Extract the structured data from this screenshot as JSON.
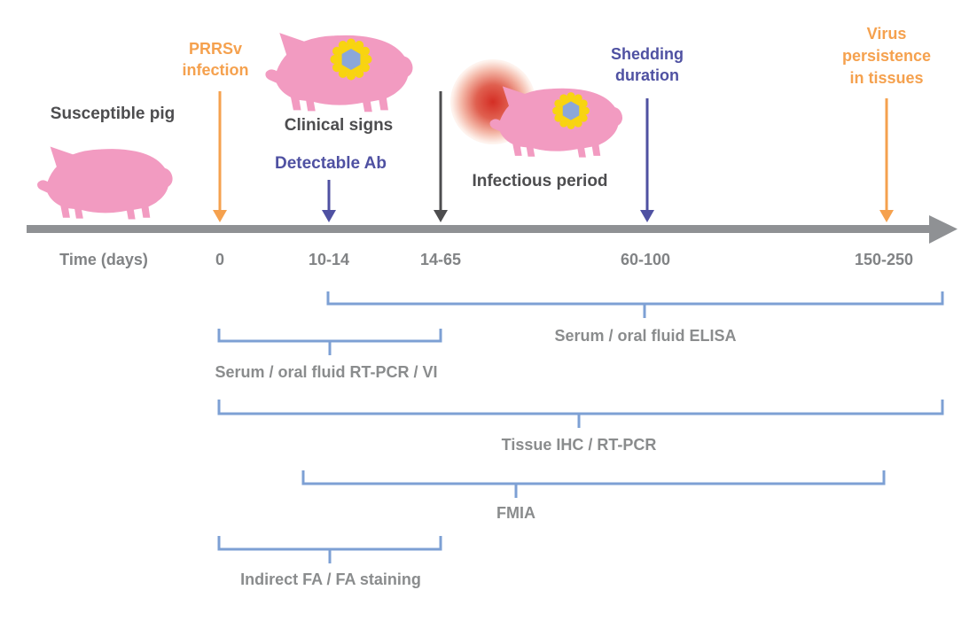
{
  "figure": {
    "axis": {
      "label": "Time (days)",
      "ticks": [
        "0",
        "10-14",
        "14-65",
        "60-100",
        "150-250"
      ]
    },
    "stages": [
      {
        "id": "susceptible-pig",
        "label": "Susceptible pig",
        "color": "#4D4D4F",
        "arrow": null
      },
      {
        "id": "prrsv-infection",
        "label": "PRRSv infection",
        "lines": [
          "PRRSv",
          "infection"
        ],
        "color": "#F5A14E",
        "arrow": "orange",
        "points_to_day": "0"
      },
      {
        "id": "clinical-signs",
        "label": "Clinical signs",
        "color": "#4D4D4F",
        "arrow": null
      },
      {
        "id": "detectable-ab",
        "label": "Detectable Ab",
        "color": "#4F51A2",
        "arrow": "purple",
        "points_to_day": "10-14"
      },
      {
        "id": "infectious-period",
        "label": "Infectious period",
        "color": "#4D4D4F",
        "arrow": "dark",
        "points_to_day": "14-65"
      },
      {
        "id": "shedding-duration",
        "label": "Shedding duration",
        "lines": [
          "Shedding",
          "duration"
        ],
        "color": "#4F51A2",
        "arrow": "purple",
        "points_to_day": "60-100"
      },
      {
        "id": "virus-persistence",
        "label": "Virus persistence in tissues",
        "lines": [
          "Virus",
          "persistence",
          "in tissues"
        ],
        "color": "#F5A14E",
        "arrow": "orange",
        "points_to_day": "150-250"
      }
    ],
    "assays": [
      {
        "id": "elisa",
        "label": "Serum / oral fluid ELISA",
        "span_from": "10-14",
        "span_to": "beyond 150-250"
      },
      {
        "id": "rtpcr-vi",
        "label": "Serum / oral fluid RT-PCR / VI",
        "span_from": "0",
        "span_to": "14-65"
      },
      {
        "id": "tissue-ihc",
        "label": "Tissue IHC / RT-PCR",
        "span_from": "0",
        "span_to": "beyond 150-250"
      },
      {
        "id": "fmia",
        "label": "FMIA",
        "span_from": "10-14",
        "span_to": "150-250"
      },
      {
        "id": "indirect-fa",
        "label": "Indirect FA / FA staining",
        "span_from": "0",
        "span_to": "14-65"
      }
    ],
    "icons": [
      {
        "name": "pig-icon",
        "meaning": "pig silhouette"
      },
      {
        "name": "virus-particle-icon",
        "meaning": "yellow gear-shaped virion with blue hexagon core"
      },
      {
        "name": "infectious-glow-icon",
        "meaning": "red glow around infectious pig head"
      },
      {
        "name": "timeline-arrow-icon",
        "meaning": "gray time axis arrow"
      }
    ]
  },
  "colors": {
    "pig_pink": "#F29BC1",
    "virus_yellow": "#F8D410",
    "virus_core_blue": "#8BA7D9",
    "accent_orange": "#F5A14E",
    "accent_purple": "#4F51A2",
    "dark_text": "#4D4D4F",
    "axis_gray": "#8F9194",
    "tick_text_gray": "#818385",
    "bracket_blue": "#7DA0D4",
    "assay_text_gray": "#8A8C8D",
    "glow_red": "#D22319"
  }
}
